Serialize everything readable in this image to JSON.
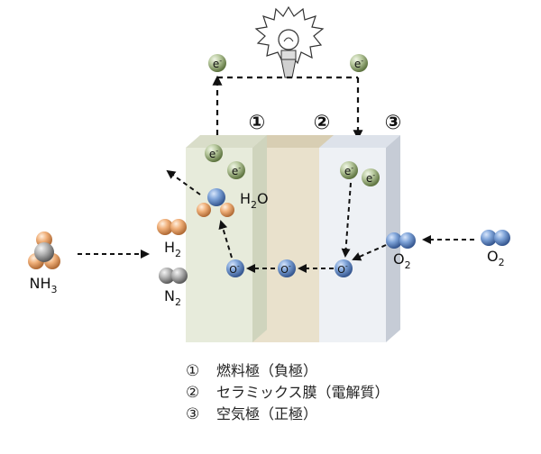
{
  "zones": [
    {
      "marker": "①",
      "label": "燃料極（負極）"
    },
    {
      "marker": "②",
      "label": "セラミックス膜（電解質）"
    },
    {
      "marker": "③",
      "label": "空気極（正極）"
    }
  ],
  "molecules": {
    "nh3": {
      "base": "NH",
      "sub": "3"
    },
    "h2": {
      "base": "H",
      "sub": "2"
    },
    "n2": {
      "base": "N",
      "sub": "2"
    },
    "h2o": {
      "base": "H",
      "sub": "2",
      "tail": "O"
    },
    "o2_cathode": {
      "base": "O",
      "sub": "2"
    },
    "o2_air": {
      "base": "O",
      "sub": "2"
    }
  },
  "particles": {
    "electron": "e",
    "electron_charge": "-",
    "oxide_ion": "O",
    "oxide_charge": "-"
  },
  "colors": {
    "anode": "#e7ebdb",
    "electrolyte": "#e9e1cc",
    "cathode": "#e8ecf2",
    "hydrogen_atom": "#e8a06a",
    "nitrogen_atom": "#9a9a9a",
    "oxygen_atom": "#5b86c6",
    "electron": "#6e8a4a"
  }
}
